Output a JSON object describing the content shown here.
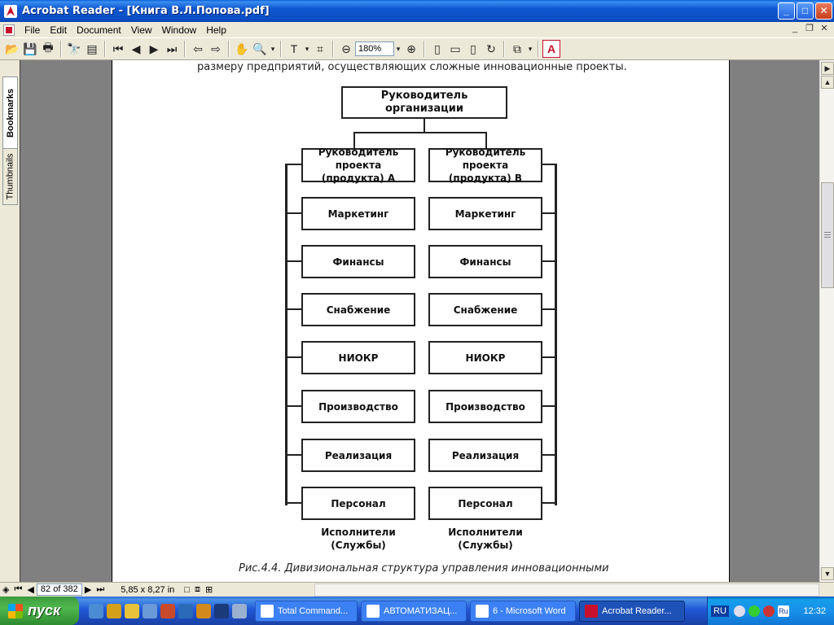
{
  "window": {
    "title": "Acrobat Reader - [Книга В.Л.Попова.pdf]",
    "buttons": {
      "minimize": "_",
      "maximize": "□",
      "close": "✕"
    }
  },
  "menu": {
    "items": [
      "File",
      "Edit",
      "Document",
      "View",
      "Window",
      "Help"
    ],
    "mdi": {
      "minimize": "_",
      "restore": "❐",
      "close": "✕"
    }
  },
  "toolbar": {
    "zoom_value": "180%",
    "adobe_label": "A"
  },
  "nav_tabs": {
    "bookmarks": "Bookmarks",
    "thumbnails": "Thumbnails"
  },
  "document": {
    "top_text": "размеру предприятий, осуществляющих сложные инновационные проекты.",
    "caption": "Рис.4.4. Дивизиональная структура управления инновационными",
    "org_chart": {
      "root": "Руководитель организации",
      "left_head": "Руководитель проекта (продукта) А",
      "right_head": "Руководитель проекта (продукта) В",
      "departments": [
        "Маркетинг",
        "Финансы",
        "Снабжение",
        "НИОКР",
        "Производство",
        "Реализация",
        "Персонал"
      ],
      "footer": "Исполнители (Службы)"
    }
  },
  "statusbar": {
    "page_indicator": "82 of 382",
    "page_size": "5,85 x 8,27 in"
  },
  "taskbar": {
    "start_label": "пуск",
    "tasks": [
      {
        "label": "Total Command...",
        "active": false
      },
      {
        "label": "АВТОМАТИЗАЦ...",
        "active": false
      },
      {
        "label": "6 - Microsoft Word",
        "active": false
      },
      {
        "label": "Acrobat Reader...",
        "active": true
      }
    ],
    "language": "RU",
    "tray_language": "Ru",
    "clock": "12:32"
  }
}
